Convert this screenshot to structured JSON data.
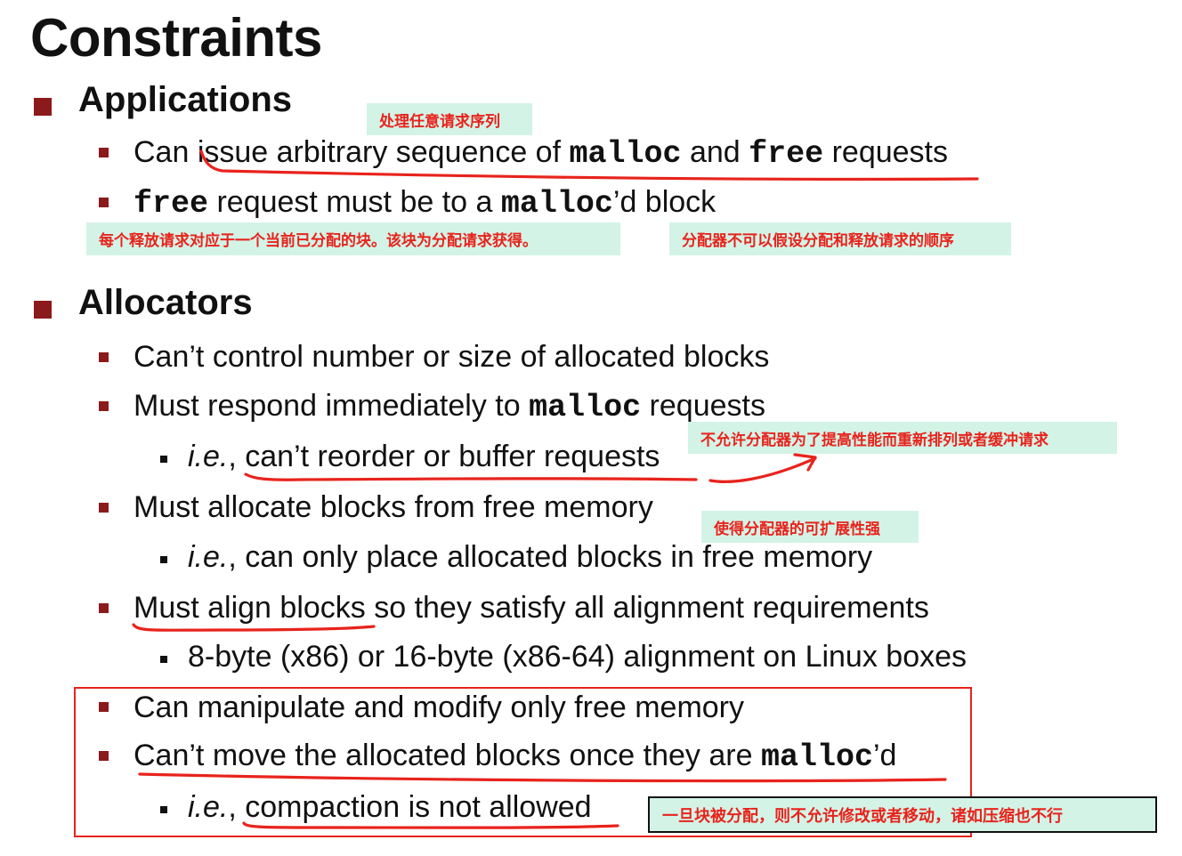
{
  "title": "Constraints",
  "applications": {
    "heading": "Applications",
    "b1": {
      "pre": "Can issue arbitrary sequence of ",
      "code1": "malloc",
      "mid": " and ",
      "code2": "free",
      "post": " requests"
    },
    "b2": {
      "code1": "free",
      "mid": " request must be to a ",
      "code2": "malloc",
      "post": "’d  block"
    }
  },
  "allocators": {
    "heading": "Allocators",
    "b1": "Can’t control number or size of allocated blocks",
    "b2": {
      "pre": "Must respond immediately to ",
      "code": "malloc",
      "post": " requests"
    },
    "b2s": {
      "ie": "i.e.",
      "text": ", can’t reorder or buffer requests"
    },
    "b3": "Must allocate blocks from free memory",
    "b3s": {
      "ie": "i.e.",
      "text": ", can only place allocated blocks in free memory"
    },
    "b4": "Must align blocks so they satisfy all alignment requirements",
    "b4s": "8-byte (x86) or 16-byte (x86-64) alignment on Linux boxes",
    "b5": "Can manipulate and modify only free memory",
    "b6": {
      "pre": "Can’t move the allocated blocks once they are ",
      "code": "malloc",
      "post": "’d"
    },
    "b6s": {
      "ie": "i.e.",
      "text": ", compaction is not allowed"
    }
  },
  "notes": {
    "n1": "处理任意请求序列",
    "n2": "每个释放请求对应于一个当前已分配的块。该块为分配请求获得。",
    "n3": "分配器不可以假设分配和释放请求的顺序",
    "n4": "不允许分配器为了提高性能而重新排列或者缓冲请求",
    "n5": "使得分配器的可扩展性强",
    "n6": "一旦块被分配，则不允许修改或者移动，诸如压缩也不行"
  },
  "colors": {
    "bullet": "#8b1a1a",
    "annotation_red": "#e8231c",
    "note_bg": "#d3f3e7"
  }
}
